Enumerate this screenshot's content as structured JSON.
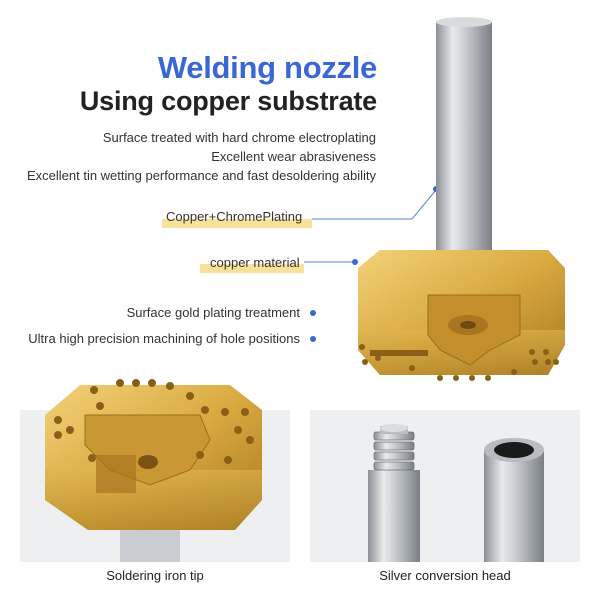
{
  "header": {
    "title": "Welding nozzle",
    "subtitle": "Using copper substrate"
  },
  "features": [
    "Surface treated with hard chrome electroplating",
    "Excellent wear abrasiveness",
    "Excellent tin wetting performance and fast desoldering ability"
  ],
  "labels": {
    "plating": "Copper+ChromePlating",
    "material": "copper material"
  },
  "callouts": {
    "gold": "Surface gold plating treatment",
    "precision": "Ultra high precision machining of hole positions"
  },
  "captions": {
    "left": "Soldering iron tip",
    "right": "Silver conversion head"
  },
  "colors": {
    "accent": "#3b67d6",
    "highlight": "#f6d77a",
    "gold": "#d4a83a",
    "panel": "#eeeff1"
  }
}
